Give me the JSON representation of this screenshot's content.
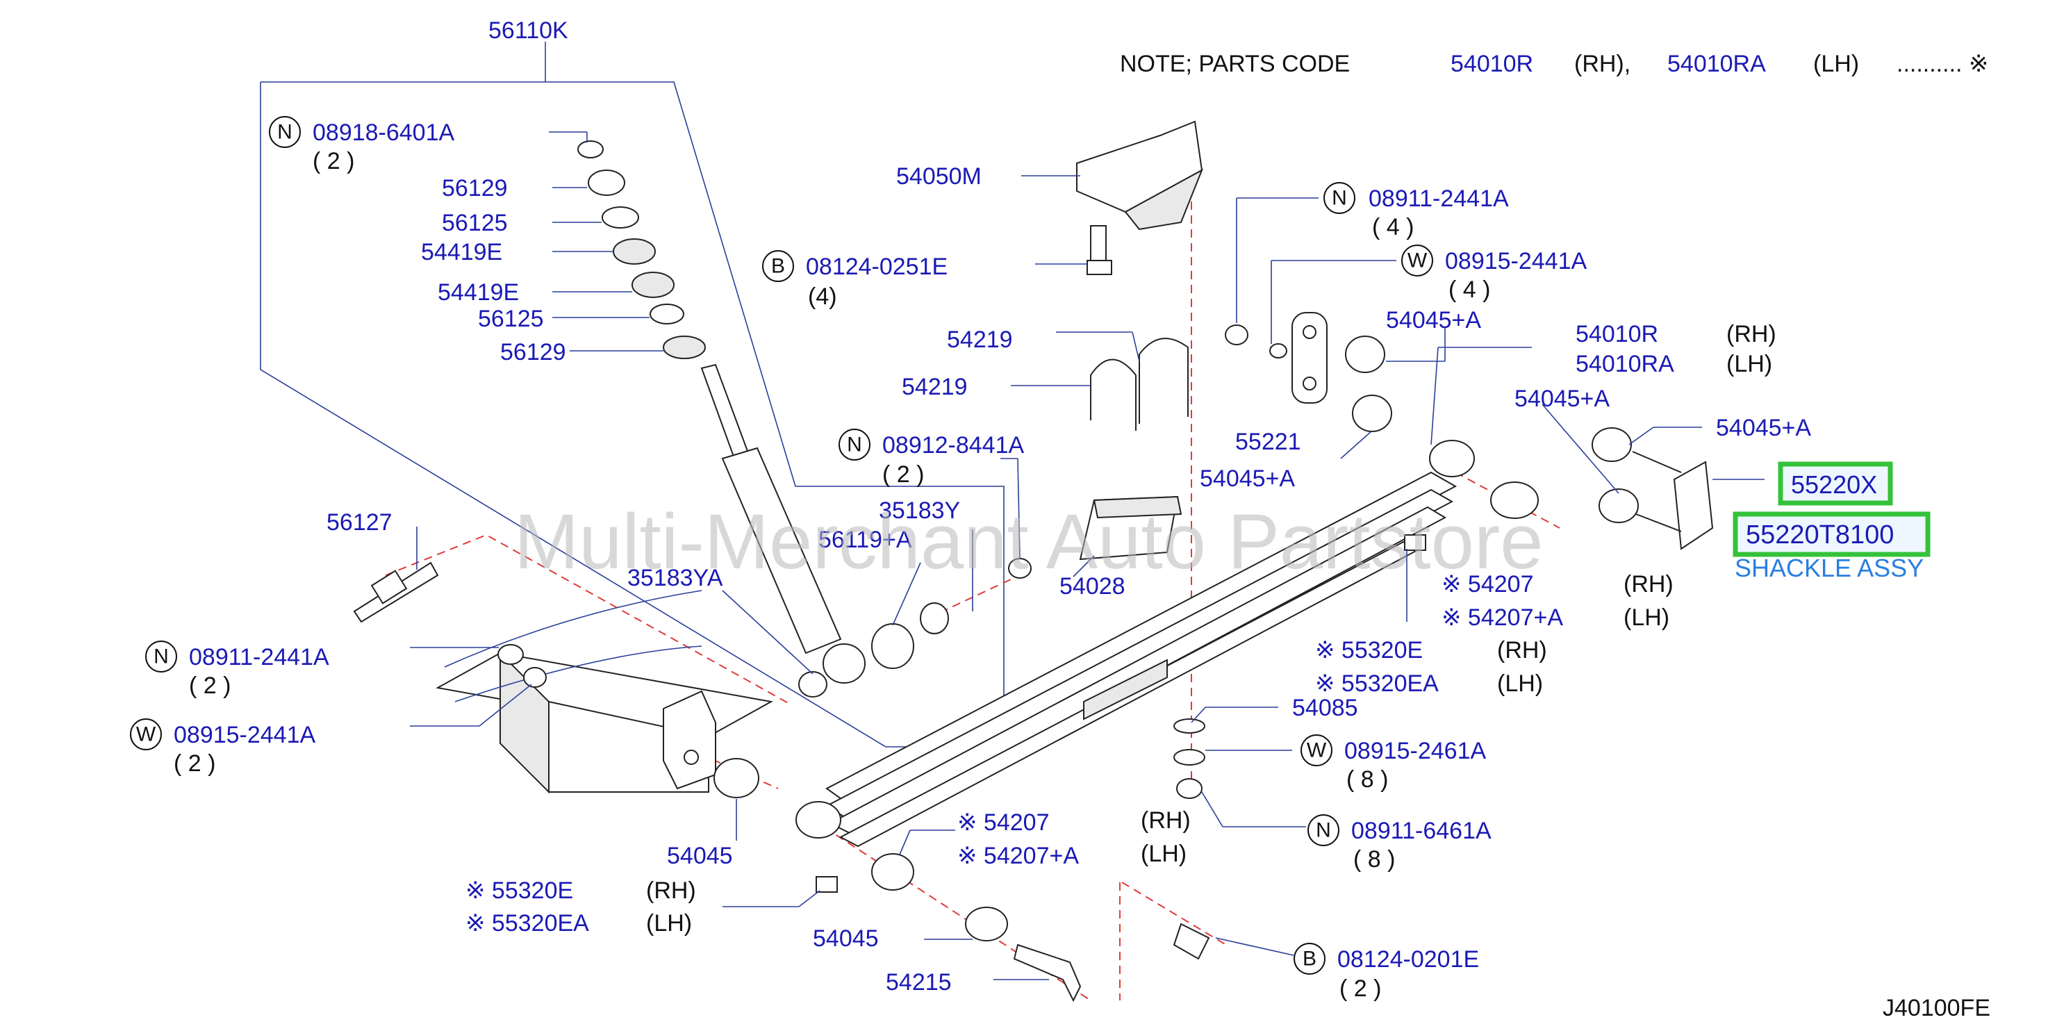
{
  "note": {
    "prefix": "NOTE;  PARTS  CODE",
    "code_rh": "54010R",
    "rh": "(RH),",
    "code_lh": "54010RA",
    "lh": "(LH)",
    "mark": ".......... ※"
  },
  "diagram_code": "J40100FE",
  "watermark": "Multi-Merchant Auto Partstore",
  "highlight": {
    "part1": "55220X",
    "part2": "55220T8100",
    "caption": "SHACKLE ASSY"
  },
  "callouts": {
    "c_56110K": "56110K",
    "c_08918": "08918-6401A",
    "c_08918_q": "( 2 )",
    "c_56129a": "56129",
    "c_56125a": "56125",
    "c_54419Ea": "54419E",
    "c_54419Eb": "54419E",
    "c_56125b": "56125",
    "c_56129b": "56129",
    "c_54050M": "54050M",
    "c_08124_251": "08124-0251E",
    "c_08124_251_q": "(4)",
    "c_08911_top": "08911-2441A",
    "c_08911_top_q": "( 4 )",
    "c_08915_top": "08915-2441A",
    "c_08915_top_q": "( 4 )",
    "c_54045A_a": "54045+A",
    "c_54010R": "54010R",
    "c_54010R_side": "(RH)",
    "c_54010RA": "54010RA",
    "c_54010RA_side": "(LH)",
    "c_54219a": "54219",
    "c_54219b": "54219",
    "c_55221": "55221",
    "c_54045A_b": "54045+A",
    "c_54045A_c": "54045+A",
    "c_54045A_d": "54045+A",
    "c_08912": "08912-8441A",
    "c_08912_q": "( 2 )",
    "c_35183Y": "35183Y",
    "c_56119A": "56119+A",
    "c_35183YA": "35183YA",
    "c_56127": "56127",
    "c_54028": "54028",
    "c_54207_r": "※ 54207",
    "c_54207A_r": "※ 54207+A",
    "c_rh_r": "(RH)",
    "c_lh_r": "(LH)",
    "c_55320E_r": "※ 55320E",
    "c_55320E_r_side": "(RH)",
    "c_55320EA_r": "※ 55320EA",
    "c_55320EA_r_side": "(LH)",
    "c_08911_left": "08911-2441A",
    "c_08911_left_q": "( 2 )",
    "c_08915_left": "08915-2441A",
    "c_08915_left_q": "( 2 )",
    "c_54085": "54085",
    "c_08915_2461": "08915-2461A",
    "c_08915_2461_q": "( 8 )",
    "c_rh_m": "(RH)",
    "c_lh_m": "(LH)",
    "c_08911_6461": "08911-6461A",
    "c_08911_6461_q": "( 8 )",
    "c_54045_l": "54045",
    "c_54207_l": "※ 54207",
    "c_54207A_l": "※ 54207+A",
    "c_55320E_l": "※ 55320E",
    "c_55320E_l_side": "(RH)",
    "c_55320EA_l": "※ 55320EA",
    "c_55320EA_l_side": "(LH)",
    "c_54045_b": "54045",
    "c_54215": "54215",
    "c_08124_201": "08124-0201E",
    "c_08124_201_q": "( 2 )"
  },
  "circle_letters": {
    "n": "N",
    "w": "W",
    "b": "B"
  }
}
